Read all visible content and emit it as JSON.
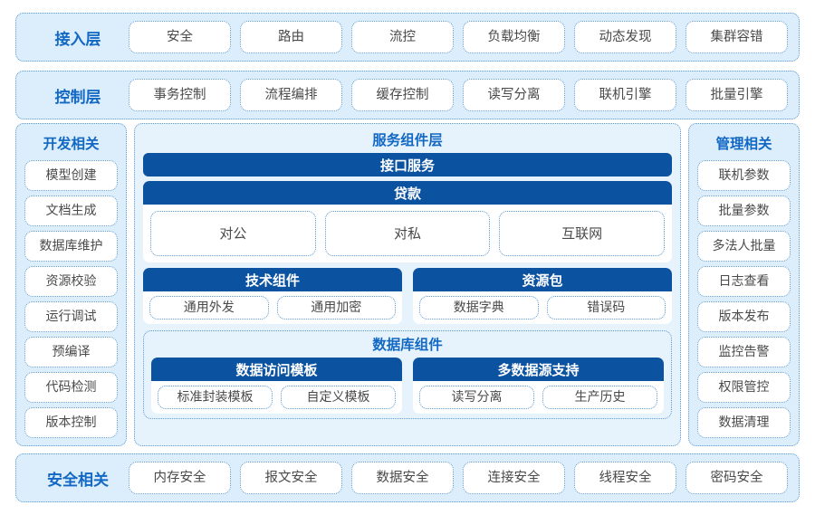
{
  "colors": {
    "panel_fill": "#dceefb",
    "panel_fill_light": "#e6f2fc",
    "border_blue": "#5b9bd5",
    "bar_blue": "#0b52a0",
    "title_blue": "#1268c3",
    "pill_text": "#4a4a4a"
  },
  "bands": {
    "access": {
      "title": "接入层",
      "items": [
        "安全",
        "路由",
        "流控",
        "负载均衡",
        "动态发现",
        "集群容错"
      ]
    },
    "control": {
      "title": "控制层",
      "items": [
        "事务控制",
        "流程编排",
        "缓存控制",
        "读写分离",
        "联机引擎",
        "批量引擎"
      ]
    },
    "security": {
      "title": "安全相关",
      "items": [
        "内存安全",
        "报文安全",
        "数据安全",
        "连接安全",
        "线程安全",
        "密码安全"
      ]
    }
  },
  "dev_column": {
    "title": "开发相关",
    "items": [
      "模型创建",
      "文档生成",
      "数据库维护",
      "资源校验",
      "运行调试",
      "预编译",
      "代码检测",
      "版本控制"
    ]
  },
  "mgmt_column": {
    "title": "管理相关",
    "items": [
      "联机参数",
      "批量参数",
      "多法人批量",
      "日志查看",
      "版本发布",
      "监控告警",
      "权限管控",
      "数据清理"
    ]
  },
  "service_layer": {
    "title": "服务组件层",
    "interface_service": "接口服务",
    "loan": {
      "title": "贷款",
      "items": [
        "对公",
        "对私",
        "互联网"
      ]
    },
    "tech_component": {
      "title": "技术组件",
      "items": [
        "通用外发",
        "通用加密"
      ]
    },
    "resource_package": {
      "title": "资源包",
      "items": [
        "数据字典",
        "错误码"
      ]
    },
    "database_component": {
      "title": "数据库组件",
      "data_access_template": {
        "title": "数据访问模板",
        "items": [
          "标准封装模板",
          "自定义模板"
        ]
      },
      "multi_datasource": {
        "title": "多数据源支持",
        "items": [
          "读写分离",
          "生产历史"
        ]
      }
    }
  }
}
